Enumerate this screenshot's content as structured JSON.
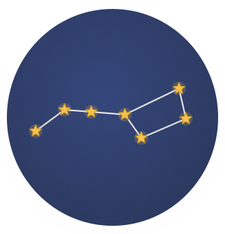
{
  "scene": {
    "type": "illustration",
    "colors": {
      "sky_disk": "#2b3a66",
      "sky_disk_edge": "#26335a",
      "star_fill": "#f4c24a",
      "star_edge": "#c7902a",
      "line": "#f4f1e8"
    },
    "stars": [
      {
        "id": "s1",
        "icon": "star-icon"
      },
      {
        "id": "s2",
        "icon": "star-icon"
      },
      {
        "id": "s3",
        "icon": "star-icon"
      },
      {
        "id": "s4",
        "icon": "star-icon"
      },
      {
        "id": "s5",
        "icon": "star-icon"
      },
      {
        "id": "s6",
        "icon": "star-icon"
      },
      {
        "id": "s7",
        "icon": "star-icon"
      }
    ],
    "connections": [
      [
        "s1",
        "s2"
      ],
      [
        "s2",
        "s3"
      ],
      [
        "s3",
        "s4"
      ],
      [
        "s4",
        "s5"
      ],
      [
        "s4",
        "s6"
      ],
      [
        "s6",
        "s7"
      ],
      [
        "s7",
        "s5"
      ]
    ]
  }
}
